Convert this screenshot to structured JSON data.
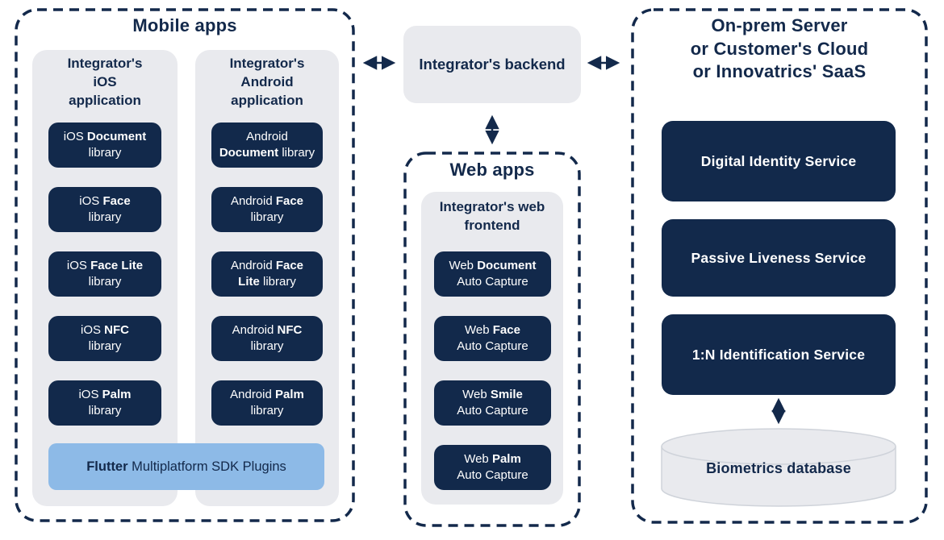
{
  "colors": {
    "navy": "#13294b",
    "box_navy": "#12294b",
    "light_gray": "#e9eaee",
    "light_blue": "#8dbae7",
    "white_text": "#ffffff",
    "background": "#ffffff"
  },
  "mobile_apps": {
    "title": "Mobile apps",
    "ios": {
      "header": "Integrator's\niOS\napplication",
      "boxes": [
        {
          "l1_pre": "iOS ",
          "l1_bold": "Document",
          "l2": "library"
        },
        {
          "l1_pre": "iOS ",
          "l1_bold": "Face",
          "l2": "library"
        },
        {
          "l1_pre": "iOS ",
          "l1_bold": "Face Lite",
          "l2": "library"
        },
        {
          "l1_pre": "iOS ",
          "l1_bold": "NFC",
          "l2": "library"
        },
        {
          "l1_pre": "iOS ",
          "l1_bold": "Palm",
          "l2": "library"
        }
      ]
    },
    "android": {
      "header": "Integrator's\nAndroid\napplication",
      "boxes": [
        {
          "l1": "Android",
          "l2_bold": "Document",
          "l2_post": " library"
        },
        {
          "l1_pre": "Android ",
          "l1_bold": "Face",
          "l2": "library"
        },
        {
          "l1_pre": "Android ",
          "l1_bold": "Face",
          "l2_bold": "Lite",
          "l2_post": " library"
        },
        {
          "l1_pre": "Android ",
          "l1_bold": "NFC",
          "l2": "library"
        },
        {
          "l1_pre": "Android ",
          "l1_bold": "Palm",
          "l2": "library"
        }
      ]
    },
    "flutter": {
      "bold": "Flutter",
      "rest": " Multiplatform SDK Plugins"
    }
  },
  "backend": {
    "label": "Integrator's backend"
  },
  "web_apps": {
    "title": "Web apps",
    "frontend_header": "Integrator's web\nfrontend",
    "boxes": [
      {
        "l1_pre": "Web ",
        "l1_bold": "Document",
        "l2": "Auto Capture"
      },
      {
        "l1_pre": "Web ",
        "l1_bold": "Face",
        "l2": "Auto Capture"
      },
      {
        "l1_pre": "Web ",
        "l1_bold": "Smile",
        "l2": "Auto Capture"
      },
      {
        "l1_pre": "Web ",
        "l1_bold": "Palm",
        "l2": "Auto Capture"
      }
    ]
  },
  "onprem": {
    "title": "On-prem Server\nor Customer's Cloud\nor Innovatrics' SaaS",
    "services": [
      "Digital Identity Service",
      "Passive Liveness Service",
      "1:N Identification Service"
    ],
    "database": "Biometrics database"
  }
}
